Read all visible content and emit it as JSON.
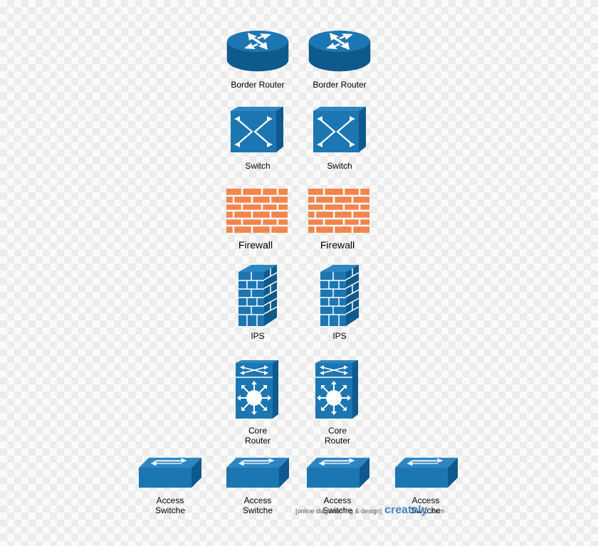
{
  "colors": {
    "device_blue": "#1c76b2",
    "device_dark": "#0e5a8d",
    "firewall_brick": "#f0864f",
    "mortar": "#ffffff"
  },
  "devices": {
    "border_router_1": {
      "label": "Border Router",
      "icon": "router-icon"
    },
    "border_router_2": {
      "label": "Border Router",
      "icon": "router-icon"
    },
    "switch_1": {
      "label": "Switch",
      "icon": "switch-icon"
    },
    "switch_2": {
      "label": "Switch",
      "icon": "switch-icon"
    },
    "firewall_1": {
      "label": "Firewall",
      "icon": "firewall-icon"
    },
    "firewall_2": {
      "label": "Firewall",
      "icon": "firewall-icon"
    },
    "ips_1": {
      "label": "IPS",
      "icon": "ips-icon"
    },
    "ips_2": {
      "label": "IPS",
      "icon": "ips-icon"
    },
    "core_router_1": {
      "label_line1": "Core",
      "label_line2": "Router",
      "icon": "core-router-icon"
    },
    "core_router_2": {
      "label_line1": "Core",
      "label_line2": "Router",
      "icon": "core-router-icon"
    },
    "access_switch_1": {
      "label_line1": "Access",
      "label_line2": "Switche",
      "icon": "access-switch-icon"
    },
    "access_switch_2": {
      "label_line1": "Access",
      "label_line2": "Switche",
      "icon": "access-switch-icon"
    },
    "access_switch_3": {
      "label_line1": "Access",
      "label_line2": "Switche",
      "icon": "access-switch-icon"
    },
    "access_switch_4": {
      "label_line1": "Access",
      "label_line2": "Switche",
      "icon": "access-switch-icon"
    }
  },
  "watermark": {
    "text": "[online diagramming & design]",
    "brand": "creately",
    "domain": ".com"
  }
}
